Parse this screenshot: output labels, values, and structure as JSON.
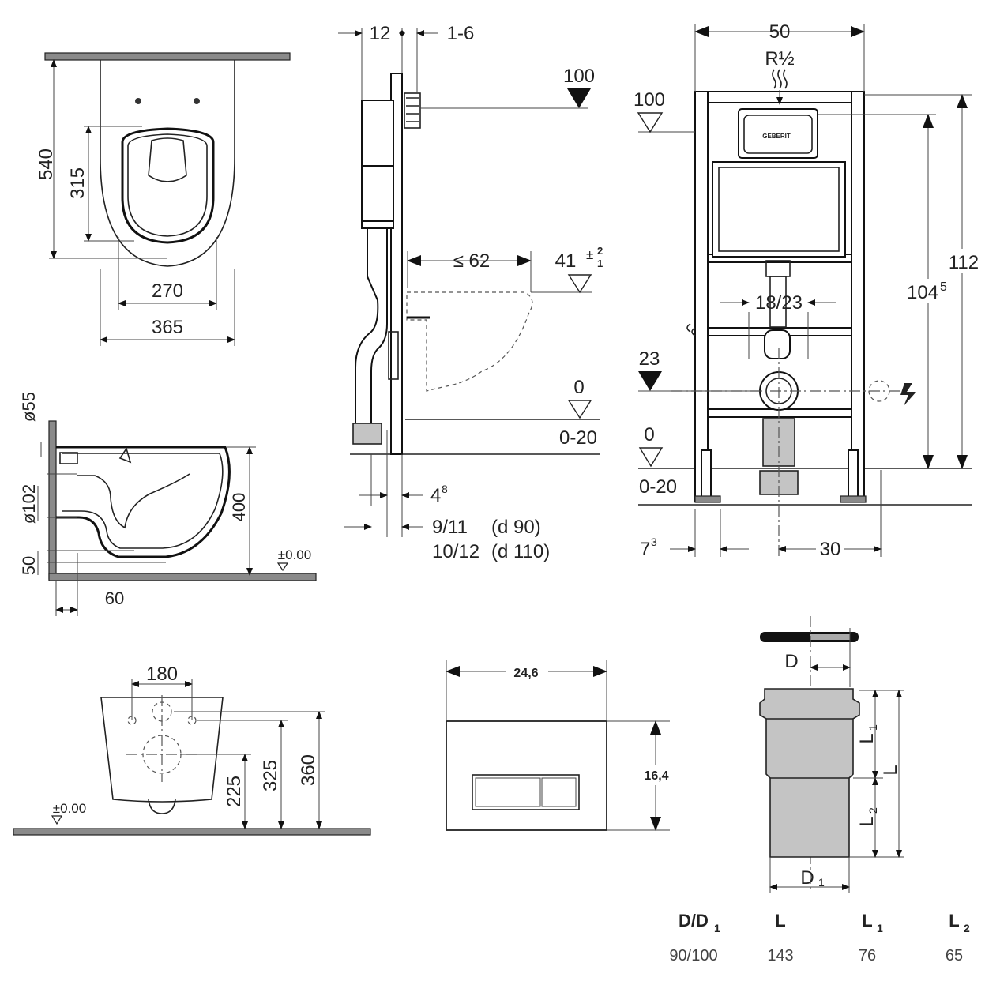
{
  "top_view": {
    "d540": "540",
    "d315": "315",
    "d270": "270",
    "d365": "365"
  },
  "section_view": {
    "d55": "ø55",
    "d102": "ø102",
    "d50": "50",
    "d60": "60",
    "d400": "400",
    "level": "±0.00"
  },
  "front_bowl_view": {
    "d180": "180",
    "d225": "225",
    "d325": "325",
    "d360": "360",
    "level": "±0.00"
  },
  "frame_side_view": {
    "d12": "12",
    "d1_6": "1-6",
    "d100": "100",
    "d62": "≤ 62",
    "d41": "41",
    "d41_tol_top": "2",
    "d41_tol_bottom": "1",
    "d0": "0",
    "d0_20": "0-20",
    "d4_8": "4",
    "d4_8_sup": "8",
    "d9_11": "9/11",
    "d90": "(d 90)",
    "d10_12": "10/12",
    "d110": "(d 110)"
  },
  "frame_front_view": {
    "d50": "50",
    "r_half": "R½",
    "d100": "100",
    "d112": "112",
    "d104_5": "104",
    "d104_5_sup": "5",
    "d18_23": "18/23",
    "d23": "23",
    "d0": "0",
    "d0_20": "0-20",
    "d7_3": "7",
    "d7_3_sup": "3",
    "d30": "30",
    "brand": "GEBERIT"
  },
  "flush_plate": {
    "width": "24,6",
    "height": "16,4"
  },
  "connector": {
    "D": "D",
    "D1": "D",
    "D1_sub": "1",
    "L": "L",
    "L1": "L",
    "L1_sub": "1",
    "L2": "L",
    "L2_sub": "2"
  },
  "connector_table": {
    "headers": [
      {
        "main": "D/D",
        "sub": "1"
      },
      {
        "main": "L",
        "sub": ""
      },
      {
        "main": "L",
        "sub": "1"
      },
      {
        "main": "L",
        "sub": "2"
      }
    ],
    "values": [
      "90/100",
      "143",
      "76",
      "65"
    ]
  }
}
